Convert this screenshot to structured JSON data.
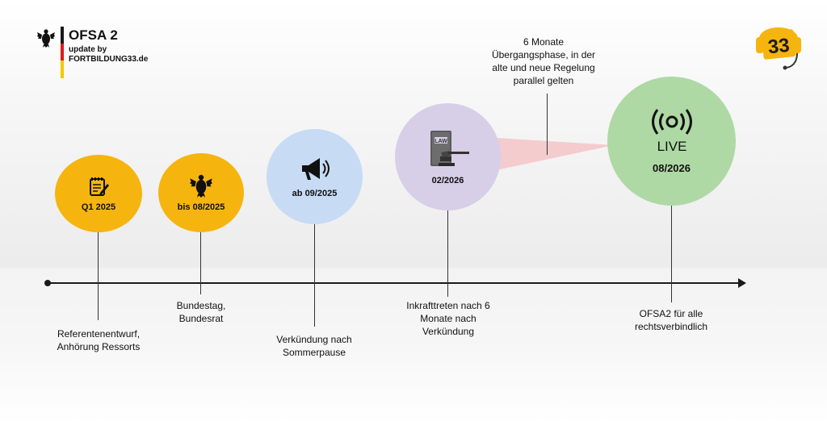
{
  "brand": {
    "title": "OFSA 2",
    "subtitle_line1": "update by",
    "subtitle_line2": "FORTBILDUNG33.de"
  },
  "logo": {
    "text": "33",
    "icon": "headset-33-logo"
  },
  "colors": {
    "yellow": "#f6b40e",
    "blue": "#c7dbf5",
    "purple": "#d7cfe8",
    "green": "#aed9a5",
    "beam": "#f4c2c4"
  },
  "milestones": [
    {
      "date": "Q1 2025",
      "icon": "notepad-icon",
      "description": [
        "Referentenentwurf,",
        "Anhörung Ressorts"
      ]
    },
    {
      "date": "bis 08/2025",
      "icon": "federal-eagle-icon",
      "description": [
        "Bundestag,",
        "Bundesrat"
      ]
    },
    {
      "date": "ab 09/2025",
      "icon": "megaphone-icon",
      "description": [
        "Verkündung nach",
        "Sommerpause"
      ]
    },
    {
      "date": "02/2026",
      "icon": "law-book-gavel-icon",
      "description": [
        "Inkrafttreten nach 6",
        "Monate nach",
        "Verkündung"
      ]
    },
    {
      "date": "08/2026",
      "icon": "live-broadcast-icon",
      "icon_text": "LIVE",
      "description": [
        "OFSA2 für alle",
        "rechtsverbindlich"
      ]
    }
  ],
  "transition_note": [
    "6 Monate",
    "Übergangsphase, in der",
    "alte und neue Regelung",
    "parallel gelten"
  ]
}
